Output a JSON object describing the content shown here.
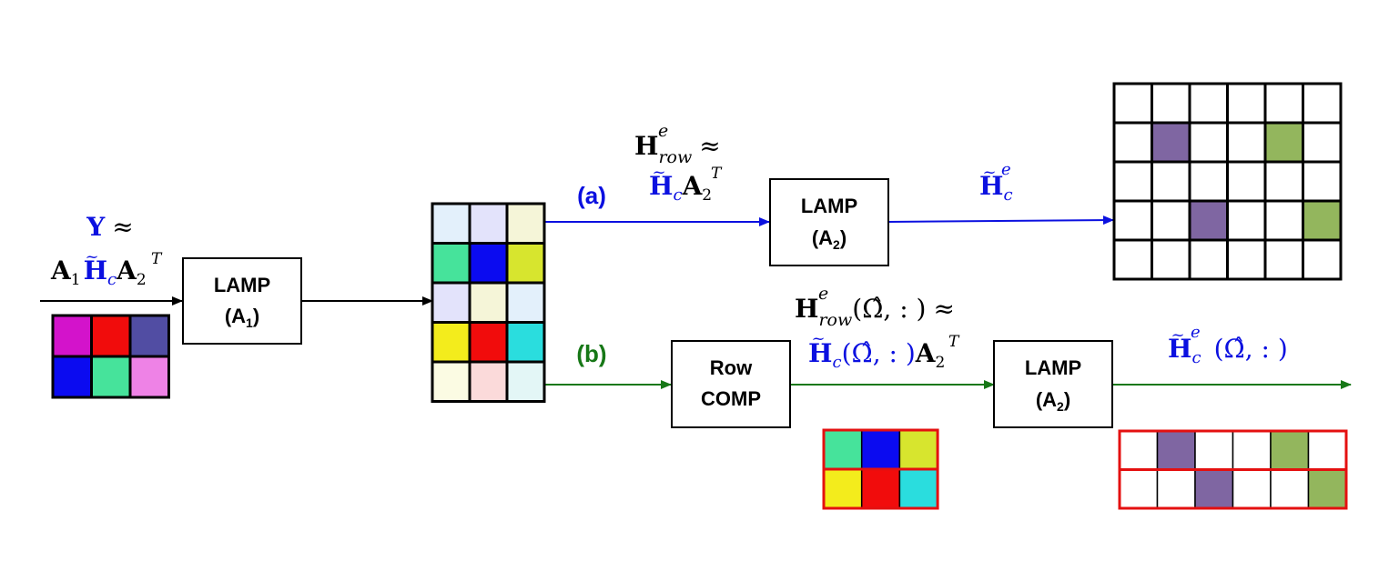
{
  "colors": {
    "blue": "#0B10E0",
    "green": "#177817",
    "black": "#000000",
    "red": "#E41010",
    "purple": "#7F66A2",
    "olive": "#93B65D"
  },
  "branches": {
    "a": "(a)",
    "b": "(b)"
  },
  "boxes": {
    "lamp1": {
      "title": "LAMP",
      "sub": "(A",
      "subscript": "1",
      "close": ")"
    },
    "lamp2a": {
      "title": "LAMP",
      "sub": "(A",
      "subscript": "2",
      "close": ")"
    },
    "rowcomp": {
      "line1": "Row",
      "line2": "COMP"
    },
    "lamp2b": {
      "title": "LAMP",
      "sub": "(A",
      "subscript": "2",
      "close": ")"
    }
  },
  "equations": {
    "input": {
      "lhs": "Y",
      "approx": "≈",
      "a1": "A",
      "a1_sub": "1",
      "h": "H",
      "h_sub": "c",
      "a2": "A",
      "a2_sub": "2",
      "a2_sup": "T"
    },
    "branch_a": {
      "h": "H",
      "h_sup": "e",
      "h_sub": "row",
      "approx": "≈",
      "h2": "H",
      "h2_sub": "c",
      "a2": "A",
      "a2_sub": "2",
      "a2_sup": "T"
    },
    "output_a": {
      "h": "H",
      "h_sub": "c",
      "h_sup": "e"
    },
    "branch_b": {
      "h": "H",
      "h_sup": "e",
      "h_sub": "row",
      "args": "(Ω̂, : )",
      "approx": "≈",
      "h2": "H",
      "h2_sub": "c",
      "args2": "(Ω̂, : )",
      "a2": "A",
      "a2_sub": "2",
      "a2_sup": "T"
    },
    "output_b": {
      "h": "H",
      "h_sub": "c",
      "h_sup": "e",
      "args": "(Ω̂, : )"
    }
  },
  "grids": {
    "input_grid": {
      "rows": 2,
      "cols": 3,
      "cells": [
        "#D313CB",
        "#F10C0C",
        "#514DA3",
        "#0B0BF0",
        "#46E39B",
        "#EE82E6"
      ]
    },
    "middle_grid": {
      "rows": 5,
      "cols": 3,
      "cells": [
        "#E3F0FB",
        "#E3E3FB",
        "#F5F5D8",
        "#46E39B",
        "#0B0BF0",
        "#D7E52E",
        "#E3E3FB",
        "#F5F5D8",
        "#E3F0FB",
        "#F3EC1C",
        "#F10C0C",
        "#2ADDDE",
        "#FBFBE3",
        "#FBDADA",
        "#E3F6F6"
      ]
    },
    "output_a_grid": {
      "rows": 5,
      "cols": 6,
      "cells": [
        "#FFFFFF",
        "#FFFFFF",
        "#FFFFFF",
        "#FFFFFF",
        "#FFFFFF",
        "#FFFFFF",
        "#FFFFFF",
        "#7F66A2",
        "#FFFFFF",
        "#FFFFFF",
        "#93B65D",
        "#FFFFFF",
        "#FFFFFF",
        "#FFFFFF",
        "#FFFFFF",
        "#FFFFFF",
        "#FFFFFF",
        "#FFFFFF",
        "#FFFFFF",
        "#FFFFFF",
        "#7F66A2",
        "#FFFFFF",
        "#FFFFFF",
        "#93B65D",
        "#FFFFFF",
        "#FFFFFF",
        "#FFFFFF",
        "#FFFFFF",
        "#FFFFFF",
        "#FFFFFF"
      ]
    },
    "compressed_grid": {
      "rows": 2,
      "cols": 3,
      "cells": [
        "#46E39B",
        "#0B0BF0",
        "#D7E52E",
        "#F3EC1C",
        "#F10C0C",
        "#2ADDDE"
      ]
    },
    "output_b_grid": {
      "rows": 2,
      "cols": 6,
      "cells": [
        "#FFFFFF",
        "#7F66A2",
        "#FFFFFF",
        "#FFFFFF",
        "#93B65D",
        "#FFFFFF",
        "#FFFFFF",
        "#FFFFFF",
        "#7F66A2",
        "#FFFFFF",
        "#FFFFFF",
        "#93B65D"
      ]
    }
  }
}
